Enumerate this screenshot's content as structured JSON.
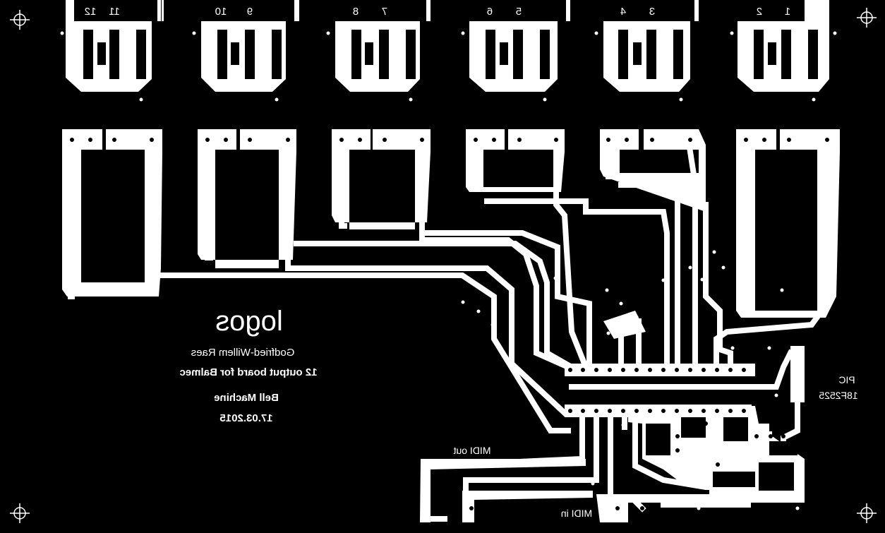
{
  "connector_numbers": [
    "12",
    "11",
    "10",
    "9",
    "8",
    "7",
    "6",
    "5",
    "4",
    "3",
    "2",
    "1"
  ],
  "logo_text": "logos",
  "credits": {
    "author": "Godfried-Willem Raes",
    "board": "12 output board for Balmec",
    "project": "Bell Machine",
    "date": "17.03.2015"
  },
  "chip_label": [
    "PIC",
    "18F2525"
  ],
  "midi_out_label": "MIDI out",
  "midi_in_label": "MIDI in",
  "registration_mark_icon": "crosshair-target-icon",
  "colors": {
    "background": "#000000",
    "copper": "#ffffff"
  },
  "mirrored": true
}
